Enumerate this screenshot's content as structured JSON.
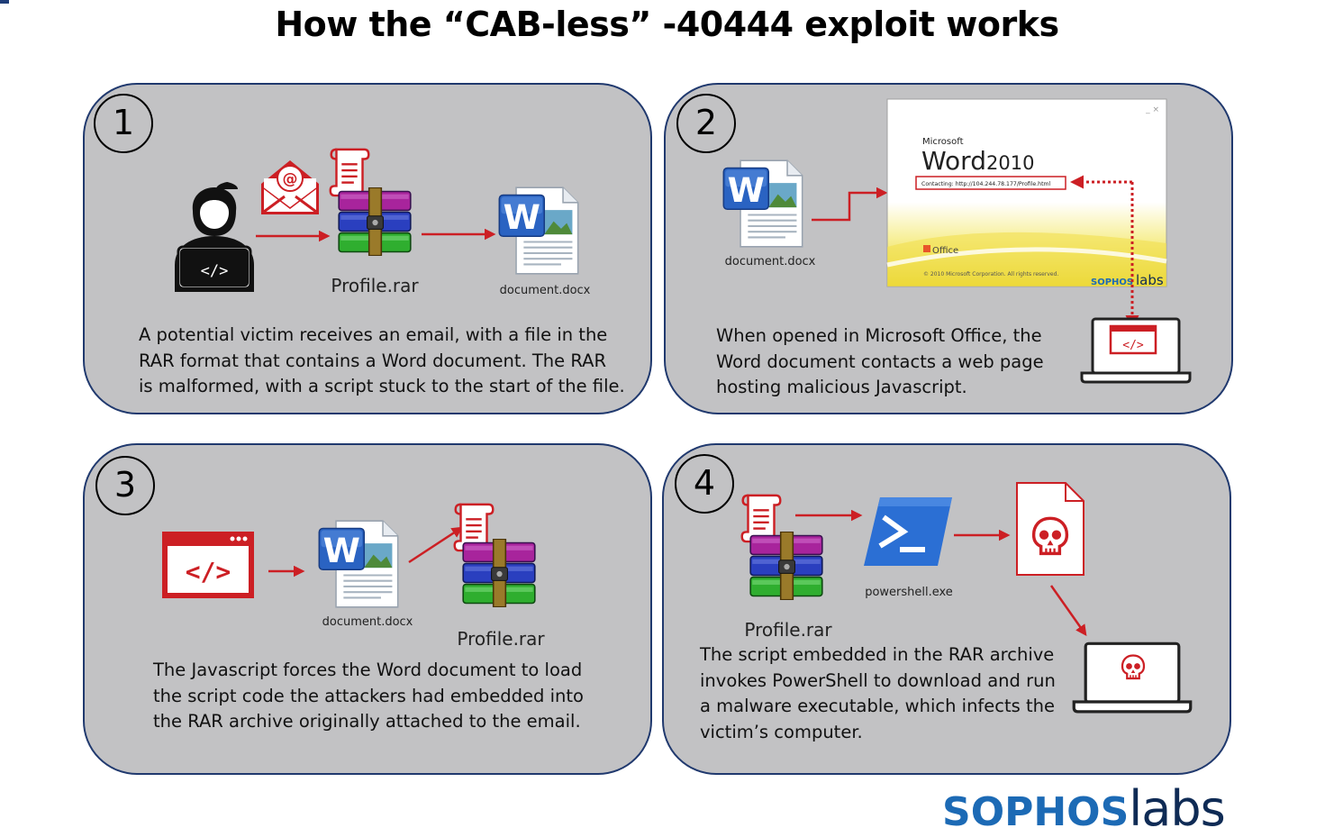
{
  "title": "How the “CAB-less” -40444 exploit works",
  "colors": {
    "panel_bg": "#c2c2c4",
    "panel_border": "#20396e",
    "accent_red": "#cc1f24",
    "brand_blue": "#1c6ab5",
    "brand_navy": "#0f2b55"
  },
  "panels": [
    {
      "number": "1",
      "description": "A potential victim receives an email, with a file in the\nRAR format that contains a Word document. The RAR\nis malformed, with a script stuck to the start of the file.",
      "labels": {
        "rar": "Profile.rar",
        "docx": "document.docx"
      },
      "icons": [
        "hacker-icon",
        "email-icon",
        "script-scroll-icon",
        "rar-archive-icon",
        "word-document-icon"
      ]
    },
    {
      "number": "2",
      "description": "When opened in Microsoft Office, the\nWord document contacts a web page\nhosting malicious Javascript.",
      "labels": {
        "docx": "document.docx"
      },
      "splash": {
        "brand": "Microsoft",
        "product": "Word",
        "version": "2010",
        "contacting": "Contacting: http://104.244.78.177/Profile.html",
        "office": "Office",
        "copyright": "© 2010 Microsoft Corporation.  All rights reserved.",
        "watermark_a": "SOPHOS",
        "watermark_b": "labs",
        "controls": "_ ×"
      },
      "icons": [
        "word-document-icon",
        "laptop-code-icon"
      ]
    },
    {
      "number": "3",
      "description": "The Javascript forces the Word document to load\nthe script code the attackers had embedded into\nthe RAR archive originally attached to the email.",
      "labels": {
        "docx": "document.docx",
        "rar": "Profile.rar"
      },
      "icons": [
        "browser-code-icon",
        "word-document-icon",
        "script-scroll-icon",
        "rar-archive-icon"
      ]
    },
    {
      "number": "4",
      "description": "The script embedded in the RAR archive\ninvokes PowerShell to download and run\na malware executable, which infects the\nvictim’s computer.",
      "labels": {
        "rar": "Profile.rar",
        "ps": "powershell.exe"
      },
      "icons": [
        "script-scroll-icon",
        "rar-archive-icon",
        "powershell-icon",
        "malware-file-icon",
        "infected-laptop-icon"
      ]
    }
  ],
  "logo": {
    "part1": "SOPHOS",
    "part2": "labs"
  }
}
